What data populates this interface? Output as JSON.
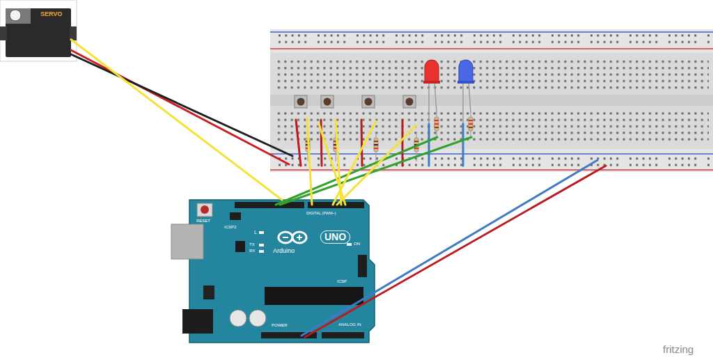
{
  "diagram": {
    "nodes": [
      {
        "text": [
          "SERVO"
        ]
      },
      {
        "text": [
          "RESET",
          "ICSP2",
          "L",
          "TX",
          "RX",
          "Arduino",
          "UNO",
          "ON",
          "DIGITAL (PWM~)",
          "ICSP",
          "POWER",
          "ANALOG IN"
        ]
      }
    ],
    "edges": [
      {
        "from": 0,
        "to": 1,
        "arrow": "none"
      }
    ],
    "labels": [
      "fritzing"
    ]
  }
}
